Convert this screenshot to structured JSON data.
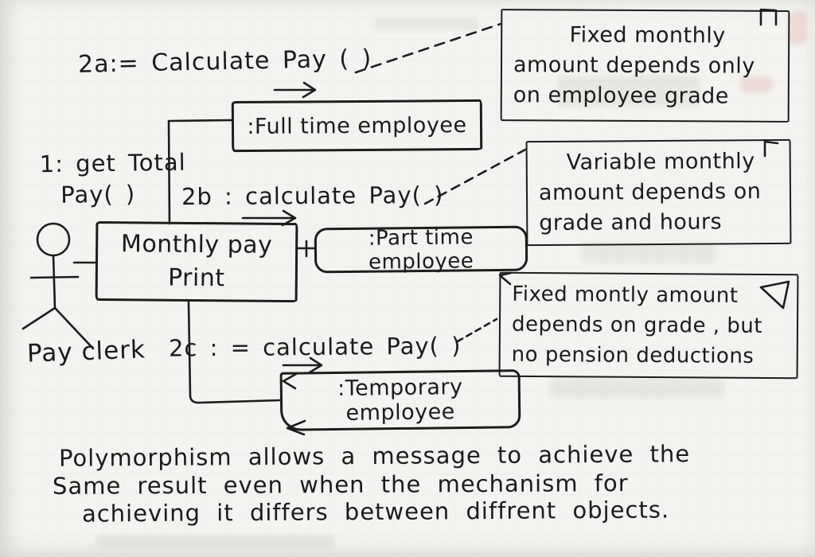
{
  "diagram": {
    "title_domain": "hand-drawn UML collaboration diagram about polymorphism",
    "actor": {
      "label": "Pay clerk"
    },
    "messages": {
      "msg_1_line1": "1: get Total",
      "msg_1_line2": "Pay( )",
      "msg_2a": "2a:= Calculate Pay ( )",
      "msg_2b": "2b : calculate Pay( )",
      "msg_2c": "2c : = calculate Pay( )"
    },
    "objects": {
      "controller_line1": "Monthly pay",
      "controller_line2": "Print",
      "full_time": ":Full time employee",
      "part_time": ":Part time employee",
      "temporary": ":Temporary employee"
    },
    "notes": {
      "note_full_time": [
        "Fixed monthly",
        "amount depends only",
        "on employee grade"
      ],
      "note_part_time": [
        "Variable monthly",
        "amount depends on",
        "grade and hours"
      ],
      "note_temporary": [
        "Fixed montly amount",
        "depends on grade , but",
        "no pension deductions"
      ]
    },
    "caption": {
      "line1": "Polymorphism allows a message to achieve the",
      "line2": "Same result even when the mechanism for",
      "line3": "achieving it differs between diffrent objects."
    },
    "colors": {
      "ink": "#1d1d1e",
      "paper": "#f4f3ef"
    }
  }
}
